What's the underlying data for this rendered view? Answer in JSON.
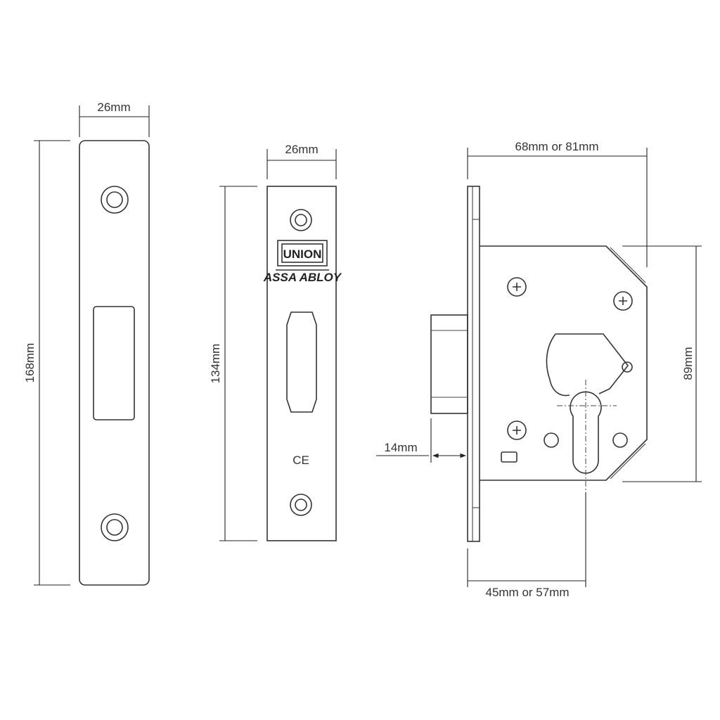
{
  "dimensions": {
    "strike_width": "26mm",
    "strike_height": "168mm",
    "forend_width": "26mm",
    "forend_height": "134mm",
    "case_width": "68mm or 81mm",
    "case_height": "89mm",
    "backset": "45mm or 57mm",
    "bolt_throw": "14mm"
  },
  "forend_marks": {
    "brand_logo": "UNION",
    "brand_sub": "ASSA ABLOY",
    "ce_mark": "CE"
  }
}
